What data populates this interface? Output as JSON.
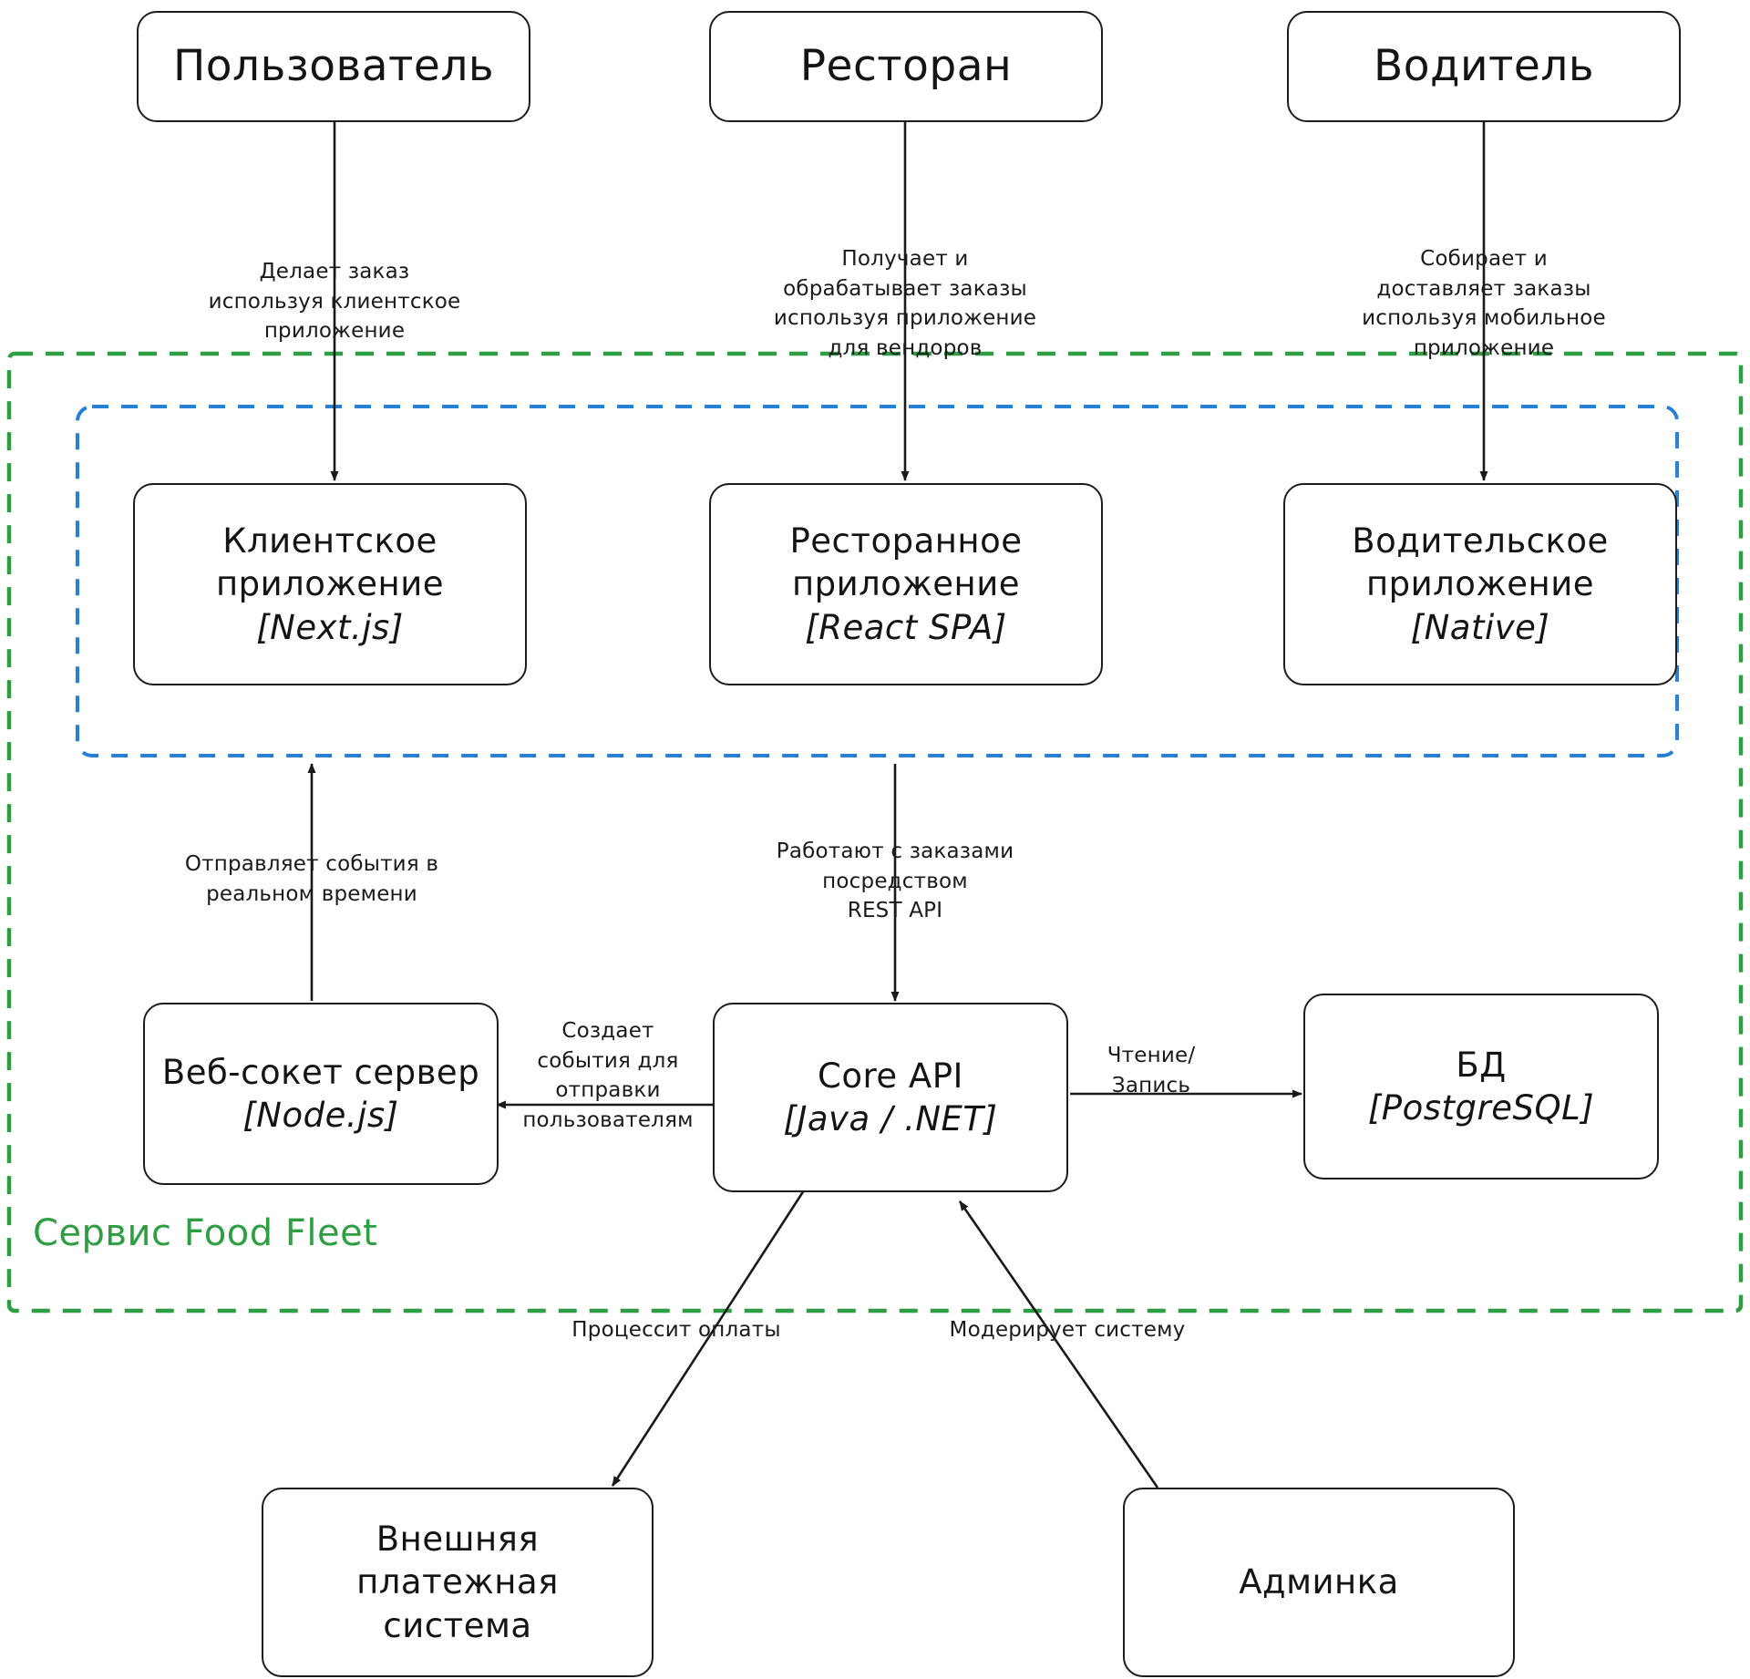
{
  "diagram": {
    "type": "c4-container-diagram",
    "colors": {
      "node_stroke": "#1c1c1c",
      "node_fill": "#ffffff",
      "arrow": "#1a1a1a",
      "system_boundary": "#2e9e42",
      "container_boundary": "#2680d8",
      "text": "#141414"
    },
    "boundaries": [
      {
        "id": "system-boundary",
        "name": "Сервис Food Fleet",
        "style": "dashed",
        "color": "#2e9e42"
      },
      {
        "id": "frontend-boundary",
        "name": "",
        "style": "dashed",
        "color": "#2680d8"
      }
    ],
    "nodes": [
      {
        "id": "user",
        "title": "Пользователь",
        "tech": ""
      },
      {
        "id": "restaurant",
        "title": "Ресторан",
        "tech": ""
      },
      {
        "id": "driver",
        "title": "Водитель",
        "tech": ""
      },
      {
        "id": "client-app",
        "title": "Клиентское\nприложение",
        "tech": "[Next.js]"
      },
      {
        "id": "rest-app",
        "title": "Ресторанное\nприложение",
        "tech": "[React SPA]"
      },
      {
        "id": "driver-app",
        "title": "Водительское\nприложение",
        "tech": "[Native]"
      },
      {
        "id": "websocket",
        "title": "Веб-сокет сервер",
        "tech": "[Node.js]"
      },
      {
        "id": "core-api",
        "title": "Core API",
        "tech": "[Java / .NET]"
      },
      {
        "id": "database",
        "title": "БД",
        "tech": "[PostgreSQL]"
      },
      {
        "id": "payments",
        "title": "Внешняя\nплатежная\nсистема",
        "tech": ""
      },
      {
        "id": "admin",
        "title": "Админка",
        "tech": ""
      }
    ],
    "edges": [
      {
        "id": "user-to-client",
        "label": "Делает заказ\nиспользуя клиентское\nприложение"
      },
      {
        "id": "restaurant-to-rest",
        "label": "Получает и\nобрабатывает заказы\nиспользуя приложение\nдля вендоров"
      },
      {
        "id": "driver-to-driverapp",
        "label": "Собирает и\nдоставляет заказы\nиспользуя мобильное\nприложение"
      },
      {
        "id": "ws-to-client",
        "label": "Отправляет события в\nреальном времени"
      },
      {
        "id": "apps-to-core",
        "label": "Работают с заказами\nпосредством\nREST API"
      },
      {
        "id": "core-to-ws",
        "label": "Создает\nсобытия для\nотправки\nпользователям"
      },
      {
        "id": "core-to-db",
        "label": "Чтение/\nЗапись"
      },
      {
        "id": "core-to-payments",
        "label": "Процессит оплаты"
      },
      {
        "id": "admin-to-core",
        "label": "Модерирует систему"
      }
    ]
  }
}
